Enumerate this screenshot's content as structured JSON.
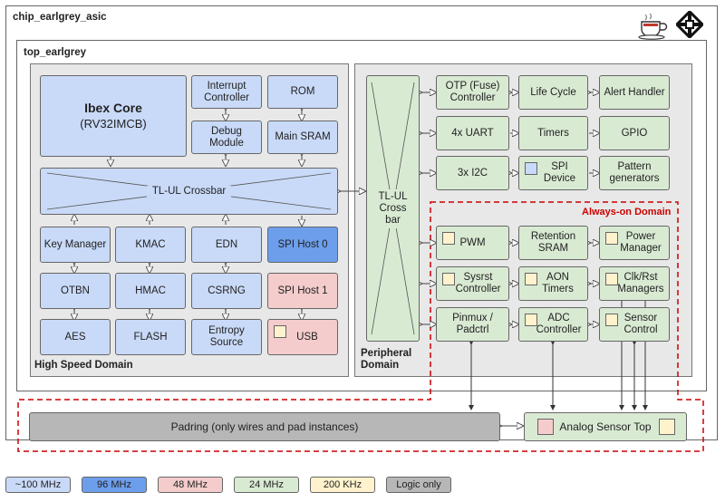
{
  "chip": {
    "title": "chip_earlgrey_asic"
  },
  "top": {
    "title": "top_earlgrey"
  },
  "high_speed": {
    "label": "High Speed Domain",
    "ibex": {
      "title": "Ibex Core",
      "subtitle": "(RV32IMCB)"
    },
    "interrupt": "Interrupt\nController",
    "rom": "ROM",
    "debug": "Debug\nModule",
    "sram": "Main SRAM",
    "crossbar": "TL-UL Crossbar",
    "key_manager": "Key Manager",
    "kmac": "KMAC",
    "edn": "EDN",
    "spi_host0": "SPI Host 0",
    "otbn": "OTBN",
    "hmac": "HMAC",
    "csrng": "CSRNG",
    "spi_host1": "SPI Host 1",
    "aes": "AES",
    "flash": "FLASH",
    "entropy": "Entropy\nSource",
    "usb": "USB"
  },
  "peripheral": {
    "label": "Peripheral\nDomain",
    "crossbar": "TL-UL\nCross\nbar",
    "otp": "OTP (Fuse)\nController",
    "lifecycle": "Life Cycle",
    "alert": "Alert Handler",
    "uart": "4x UART",
    "timers": "Timers",
    "gpio": "GPIO",
    "i2c": "3x I2C",
    "spi_device": "SPI\nDevice",
    "pattern": "Pattern\ngenerators"
  },
  "always_on": {
    "label": "Always-on Domain",
    "pwm": "PWM",
    "retention": "Retention\nSRAM",
    "power": "Power\nManager",
    "sysrst": "Sysrst\nController",
    "aon_timers": "AON\nTimers",
    "clkrst": "Clk/Rst\nManagers",
    "pinmux": "Pinmux /\nPadctrl",
    "adc": "ADC\nController",
    "sensor": "Sensor\nControl",
    "label_color": "#cc0000"
  },
  "padring": "Padring (only wires and pad instances)",
  "analog": "Analog Sensor Top",
  "legend": [
    {
      "label": "~100 MHz",
      "color": "#c9daf8"
    },
    {
      "label": "96 MHz",
      "color": "#6d9eeb"
    },
    {
      "label": "48 MHz",
      "color": "#f4cccc"
    },
    {
      "label": "24 MHz",
      "color": "#d9ead3"
    },
    {
      "label": "200 KHz",
      "color": "#fff2cc"
    },
    {
      "label": "Logic only",
      "color": "#b7b7b7"
    }
  ],
  "icons": [
    "coffee-cup-logo-icon",
    "opentitan-logo-icon"
  ]
}
